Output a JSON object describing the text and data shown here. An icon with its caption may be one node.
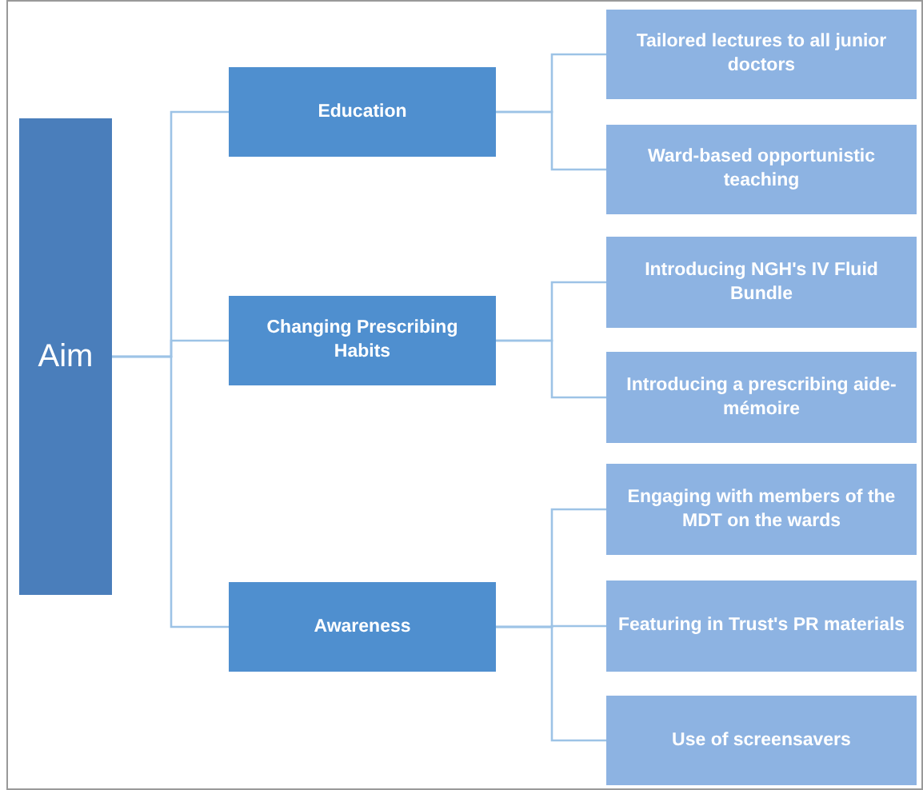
{
  "diagram": {
    "nodes": [
      {
        "text": [
          "Aim"
        ]
      },
      {
        "text": [
          "Education"
        ]
      },
      {
        "text": [
          "Changing Prescribing Habits"
        ]
      },
      {
        "text": [
          "Awareness"
        ]
      },
      {
        "text": [
          "Tailored lectures to all junior doctors"
        ]
      },
      {
        "text": [
          "Ward-based opportunistic teaching"
        ]
      },
      {
        "text": [
          "Introducing NGH's IV Fluid Bundle"
        ]
      },
      {
        "text": [
          "Introducing a prescribing aide-mémoire"
        ]
      },
      {
        "text": [
          "Engaging with members of the MDT on the wards"
        ]
      },
      {
        "text": [
          "Featuring in Trust's PR materials"
        ]
      },
      {
        "text": [
          "Use of screensavers"
        ]
      }
    ],
    "edges": [
      {
        "from": 0,
        "to": 1,
        "arrow": "none"
      },
      {
        "from": 0,
        "to": 2,
        "arrow": "none"
      },
      {
        "from": 0,
        "to": 3,
        "arrow": "none"
      },
      {
        "from": 1,
        "to": 4,
        "arrow": "none"
      },
      {
        "from": 1,
        "to": 5,
        "arrow": "none"
      },
      {
        "from": 2,
        "to": 6,
        "arrow": "none"
      },
      {
        "from": 2,
        "to": 7,
        "arrow": "none"
      },
      {
        "from": 3,
        "to": 8,
        "arrow": "none"
      },
      {
        "from": 3,
        "to": 9,
        "arrow": "none"
      },
      {
        "from": 3,
        "to": 10,
        "arrow": "none"
      }
    ]
  }
}
